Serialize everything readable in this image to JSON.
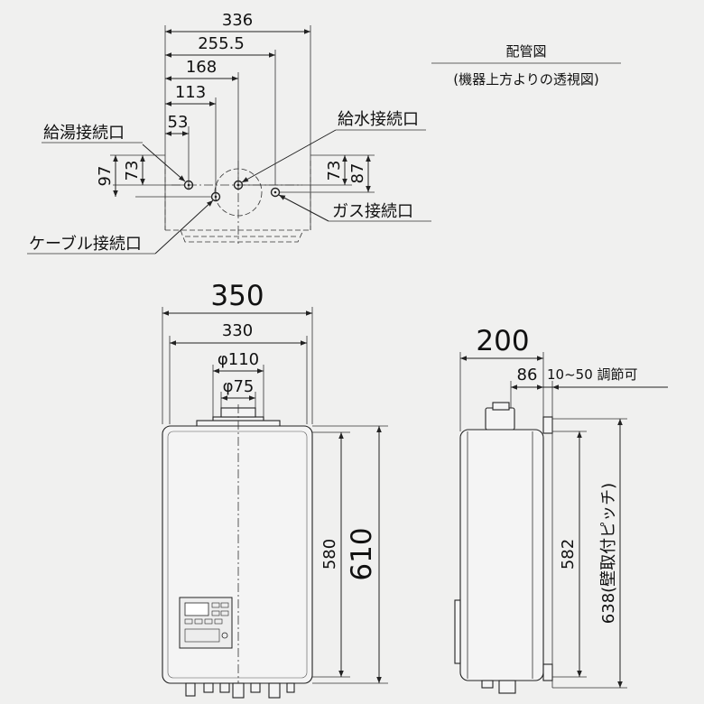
{
  "colors": {
    "background": "#f0f0ef",
    "line": "#222222"
  },
  "piping": {
    "title": "配管図",
    "subtitle": "(機器上方よりの透視図)",
    "dims": {
      "d336": "336",
      "d255": "255.5",
      "d168": "168",
      "d113": "113",
      "d53": "53",
      "d97": "97",
      "d73a": "73",
      "d73b": "73",
      "d87": "87"
    },
    "labels": {
      "hot_water": "給湯接続口",
      "water": "給水接続口",
      "gas": "ガス接続口",
      "cable": "ケーブル接続口"
    }
  },
  "front": {
    "width_outer": "350",
    "width_inner": "330",
    "phi110": "φ110",
    "phi75": "φ75",
    "height_580": "580",
    "height_610": "610"
  },
  "side": {
    "depth": "200",
    "d86": "86",
    "adjust": "10~50 調節可",
    "height_582": "582",
    "pitch": "638(壁取付ピッチ)"
  }
}
